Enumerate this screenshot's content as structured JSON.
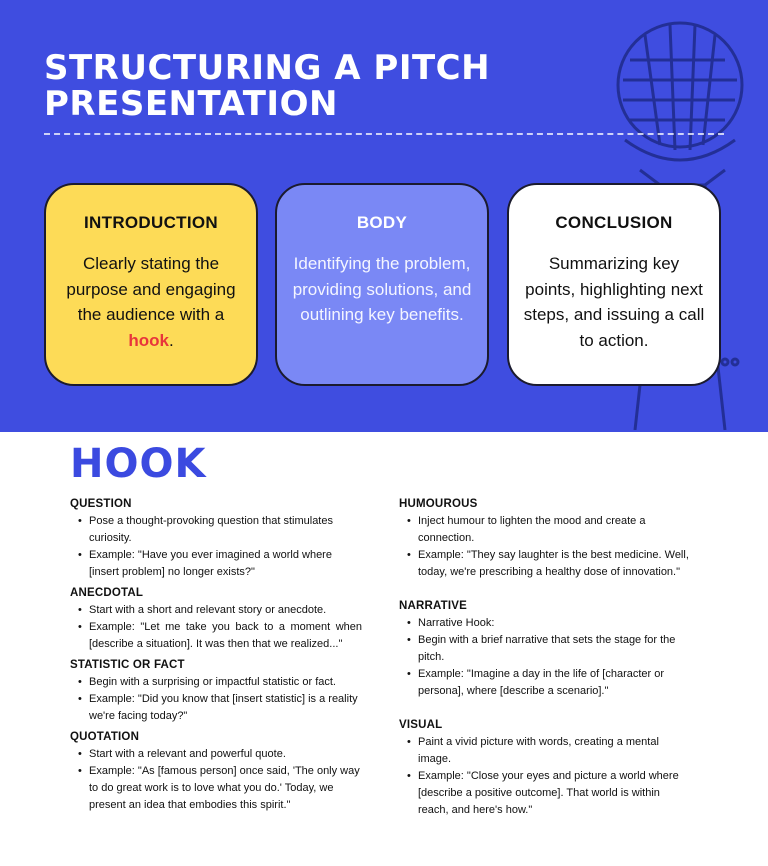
{
  "header": {
    "title_line1": "STRUCTURING A PITCH",
    "title_line2": "PRESENTATION"
  },
  "cards": {
    "introduction": {
      "title": "INTRODUCTION",
      "text": "Clearly stating the purpose and engaging the audience with a",
      "highlight": "hook",
      "trailing": "."
    },
    "body": {
      "title": "BODY",
      "text": "Identifying the problem, providing solutions, and outlining key benefits."
    },
    "conclusion": {
      "title": "CONCLUSION",
      "text": "Summarizing key points, highlighting next steps, and issuing a call to action."
    }
  },
  "hook": {
    "title": "HOOK",
    "sections": {
      "question": {
        "title": "QUESTION",
        "items": [
          "Pose a thought-provoking question that stimulates curiosity.",
          "Example: \"Have you ever imagined a world where [insert problem] no longer exists?\""
        ]
      },
      "anecdotal": {
        "title": "ANECDOTAL",
        "items": [
          "Start with a short and relevant story or anecdote.",
          "Example: \"Let me take you back to a moment when [describe a situation]. It was then that we realized...\""
        ]
      },
      "statistic": {
        "title": "STATISTIC OR FACT",
        "items": [
          "Begin with a surprising or impactful statistic or fact.",
          "Example: \"Did you know that [insert statistic] is a reality we're facing today?\""
        ]
      },
      "quotation": {
        "title": "QUOTATION",
        "items": [
          "Start with a relevant and powerful quote.",
          "Example: \"As [famous person] once said, 'The only way to do great work is to love what you do.' Today, we present an idea that embodies this spirit.\""
        ]
      },
      "humourous": {
        "title": "HUMOUROUS",
        "items": [
          "Inject humour to lighten the mood and create a connection.",
          "Example: \"They say laughter is the best medicine. Well, today, we're prescribing a healthy dose of innovation.\""
        ]
      },
      "narrative": {
        "title": "NARRATIVE",
        "items": [
          "Narrative Hook:",
          "Begin with a brief narrative that sets the stage for the pitch.",
          "Example: \"Imagine a day in the life of [character or persona], where [describe a scenario].\""
        ]
      },
      "visual": {
        "title": "VISUAL",
        "items": [
          "Paint a vivid picture with words, creating a mental image.",
          "Example: \"Close your eyes and picture a world where [describe a positive outcome]. That world is within reach, and here's how.\""
        ]
      }
    }
  },
  "colors": {
    "header_bg": "#3f4de0",
    "intro_card": "#fddb57",
    "body_card": "#7a88f5",
    "conclusion_card": "#ffffff",
    "hook_title": "#3b4ae0",
    "highlight": "#e8353b"
  }
}
